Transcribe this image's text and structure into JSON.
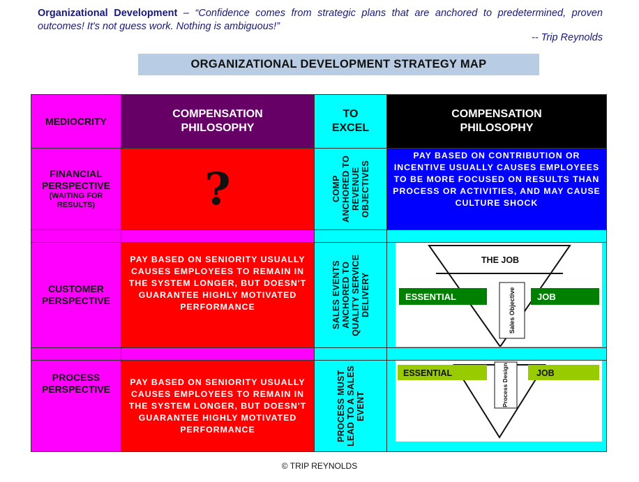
{
  "header": {
    "lead": "Organizational Development",
    "dash": " – ",
    "quote": "“Confidence comes from strategic plans that are anchored to predetermined, proven outcomes!  It's not guess work. Nothing is ambiguous!”",
    "author": "-- Trip Reynolds"
  },
  "title": "ORGANIZATIONAL DEVELOPMENT STRATEGY MAP",
  "table": {
    "col1_header": "MEDIOCRITY",
    "col2_header": "COMPENSATION PHILOSOPHY",
    "col3_header": "TO EXCEL",
    "col4_header": "COMPENSATION PHILOSOPHY",
    "rows": [
      {
        "label": "FINANCIAL PERSPECTIVE",
        "sublabel": "(WAITING FOR RESULTS)",
        "left": "?",
        "vertical": "COMP ANCHORED TO REVENUE OBJECTIVES",
        "right": "PAY BASED ON CONTRIBUTION OR INCENTIVE USUALLY CAUSES EMPLOYEES TO BE MORE FOCUSED ON RESULTS THAN PROCESS OR ACTIVITIES, AND MAY CAUSE CULTURE SHOCK"
      },
      {
        "label": "CUSTOMER PERSPECTIVE",
        "left": "PAY BASED ON SENIORITY USUALLY CAUSES EMPLOYEES TO REMAIN IN THE SYSTEM LONGER, BUT DOESN'T GUARANTEE HIGHLY MOTIVATED PERFORMANCE",
        "vertical": "SALES EVENTS ANCHORED TO QUALITY SERVICE DELIVERY",
        "diagram": {
          "top_label": "THE JOB",
          "left_bar": "ESSENTIAL",
          "right_bar": "JOB",
          "center_box": "Sales Objective"
        }
      },
      {
        "label": "PROCESS PERSPECTIVE",
        "left": "PAY BASED ON SENIORITY USUALLY CAUSES EMPLOYEES TO REMAIN IN THE SYSTEM LONGER, BUT DOESN'T GUARANTEE HIGHLY MOTIVATED PERFORMANCE",
        "vertical": "PROCESS MUST LEAD TO A SALES EVENT",
        "diagram": {
          "left_bar": "ESSENTIAL",
          "right_bar": "JOB",
          "center_box": "Process Design"
        }
      }
    ]
  },
  "colors": {
    "magenta": "#ff00ff",
    "cyan": "#00ffff",
    "red": "#ff0000",
    "purple": "#660066",
    "blue": "#0000ff",
    "green_dark": "#008000",
    "green_light": "#99cc00",
    "banner": "#b8cce4"
  },
  "footer": "© TRIP REYNOLDS"
}
